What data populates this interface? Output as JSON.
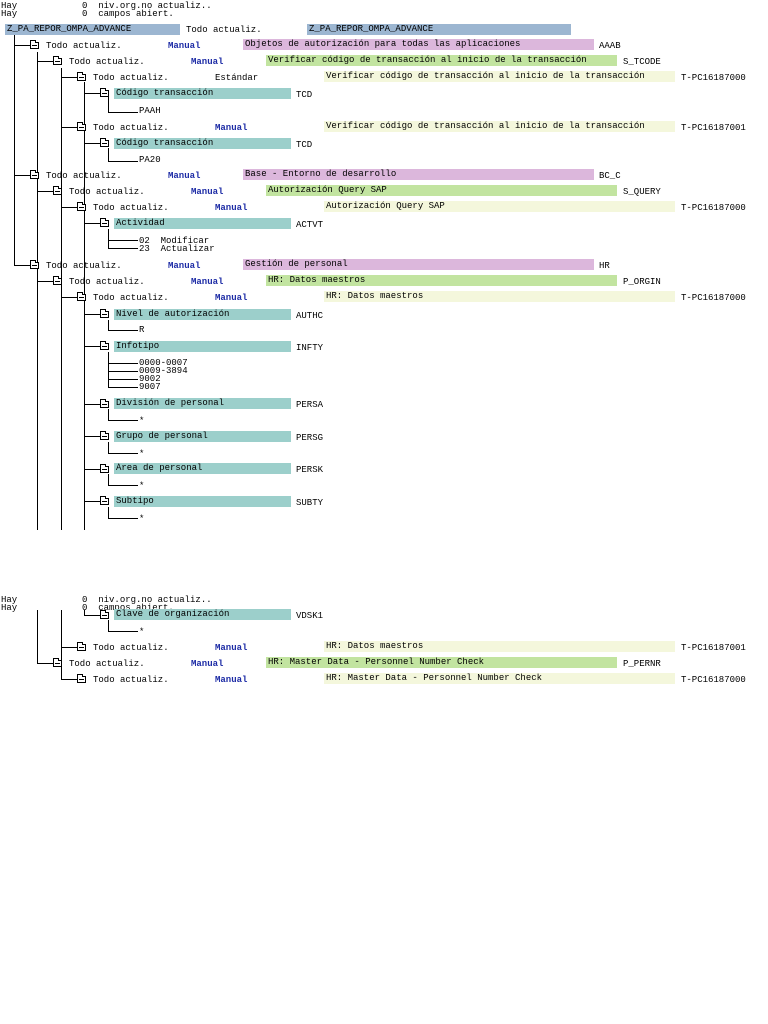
{
  "header1": {
    "line1": "Hay            0  niv.org.no actualiz..",
    "line2": "Hay            0  campos abiert."
  },
  "profile": {
    "name": "Z_PA_REPOR_OMPA_ADVANCE",
    "status": "Todo actualiz.",
    "text": "Z_PA_REPOR_OMPA_ADVANCE"
  },
  "nodes": [
    {
      "status": "Todo actualiz.",
      "type": "Manual",
      "text": "Objetos de autorización para todas las aplicaciones",
      "code": "AAAB"
    },
    {
      "status": "Todo actualiz.",
      "type": "Manual",
      "text": "Verificar código de transacción al inicio de la transacción",
      "code": "S_TCODE"
    },
    {
      "status": "Todo actualiz.",
      "type": "Estándar",
      "text": "Verificar código de transacción al inicio de la transacción",
      "code": "T-PC16187000"
    },
    {
      "field": "Código transacción",
      "code": "TCD",
      "value": "PAAH"
    },
    {
      "status": "Todo actualiz.",
      "type": "Manual",
      "text": "Verificar código de transacción al inicio de la transacción",
      "code": "T-PC16187001"
    },
    {
      "field": "Código transacción",
      "code": "TCD",
      "value": "PA20"
    },
    {
      "status": "Todo actualiz.",
      "type": "Manual",
      "text": "Base - Entorno de desarrollo",
      "code": "BC_C"
    },
    {
      "status": "Todo actualiz.",
      "type": "Manual",
      "text": "Autorización Query SAP",
      "code": "S_QUERY"
    },
    {
      "status": "Todo actualiz.",
      "type": "Manual",
      "text": "Autorización Query SAP",
      "code": "T-PC16187000"
    },
    {
      "field": "Actividad",
      "code": "ACTVT",
      "value1": "02  Modificar",
      "value2": "23  Actualizar"
    },
    {
      "status": "Todo actualiz.",
      "type": "Manual",
      "text": "Gestión de personal",
      "code": "HR"
    },
    {
      "status": "Todo actualiz.",
      "type": "Manual",
      "text": "HR: Datos maestros",
      "code": "P_ORGIN"
    },
    {
      "status": "Todo actualiz.",
      "type": "Manual",
      "text": "HR: Datos maestros",
      "code": "T-PC16187000"
    },
    {
      "field": "Nivel de autorización",
      "code": "AUTHC",
      "value": "R"
    },
    {
      "field": "Infotipo",
      "code": "INFTY",
      "v1": "0000-0007",
      "v2": "0009-3894",
      "v3": "9002",
      "v4": "9007"
    },
    {
      "field": "División de personal",
      "code": "PERSA",
      "value": "*"
    },
    {
      "field": "Grupo de personal",
      "code": "PERSG",
      "value": "*"
    },
    {
      "field": "Área de personal",
      "code": "PERSK",
      "value": "*"
    },
    {
      "field": "Subtipo",
      "code": "SUBTY",
      "value": "*"
    }
  ],
  "header2": {
    "line1": "Hay            0  niv.org.no actualiz..",
    "line2": "Hay            0  campos abiert."
  },
  "page2": [
    {
      "field": "Clave de organización",
      "code": "VDSK1",
      "value": "*"
    },
    {
      "status": "Todo actualiz.",
      "type": "Manual",
      "text": "HR: Datos maestros",
      "code": "T-PC16187001"
    },
    {
      "status": "Todo actualiz.",
      "type": "Manual",
      "text": "HR: Master Data - Personnel Number Check",
      "code": "P_PERNR"
    },
    {
      "status": "Todo actualiz.",
      "type": "Manual",
      "text": "HR: Master Data - Personnel Number Check",
      "code": "T-PC16187000"
    }
  ]
}
